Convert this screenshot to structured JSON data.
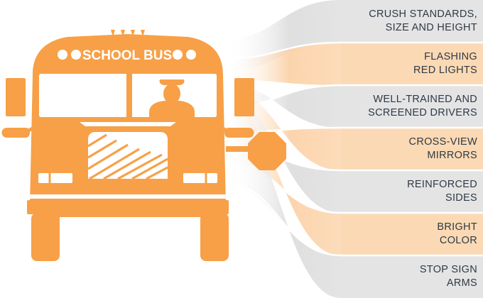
{
  "bus_sign": "SCHOOL BUS",
  "colors": {
    "orange": "#f7a047",
    "orange_light": "#fbd9b4",
    "gray_band": "#e4e4e5",
    "gray_fan": "#d8d8d9",
    "window_white": "#ffffff",
    "text_dark": "#2f3a44"
  },
  "features": [
    {
      "text": "CRUSH STANDARDS,\nSIZE AND HEIGHT",
      "tone": "gray"
    },
    {
      "text": "FLASHING\nRED LIGHTS",
      "tone": "orange"
    },
    {
      "text": "WELL-TRAINED AND\nSCREENED DRIVERS",
      "tone": "gray"
    },
    {
      "text": "CROSS-VIEW\nMIRRORS",
      "tone": "orange"
    },
    {
      "text": "REINFORCED\nSIDES",
      "tone": "gray"
    },
    {
      "text": "BRIGHT\nCOLOR",
      "tone": "orange"
    },
    {
      "text": "STOP SIGN\nARMS",
      "tone": "gray"
    }
  ]
}
